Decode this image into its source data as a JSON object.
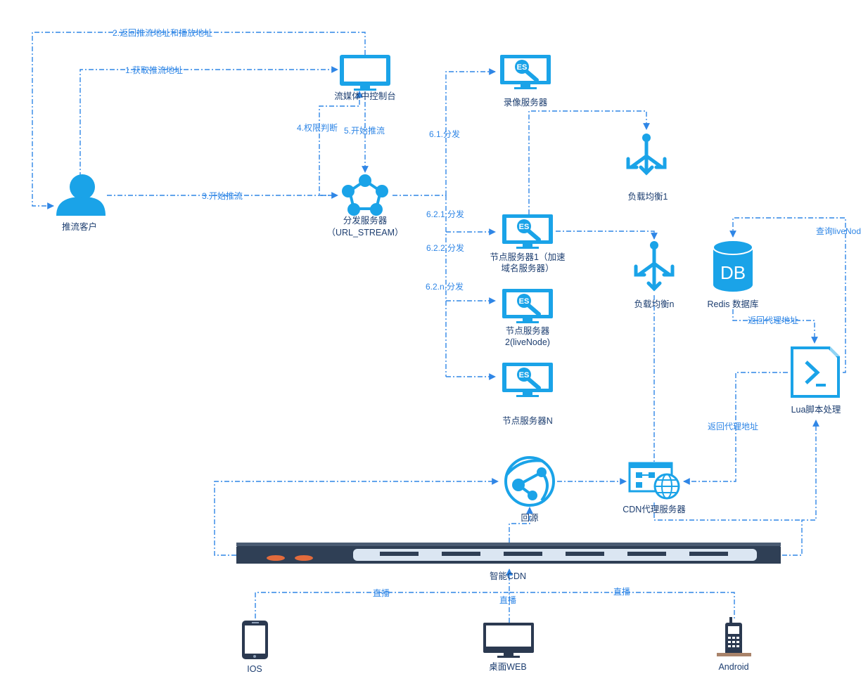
{
  "colors": {
    "icon": "#1aa3e8",
    "edge": "#2f86e6",
    "text": "#1d3e70",
    "cdn_bar": "#2f3f55"
  },
  "nodes": {
    "client": {
      "label": "推流客户",
      "icon": "user-icon"
    },
    "console": {
      "label": "流媒体中控制台",
      "icon": "monitor-icon"
    },
    "dispatch": {
      "label": "分发服务器",
      "sub": "（URL_STREAM）",
      "icon": "network-cluster-icon"
    },
    "record": {
      "label": "录像服务器",
      "icon": "es-monitor-icon"
    },
    "lb1": {
      "label": "负载均衡1",
      "icon": "load-balancer-icon"
    },
    "node1": {
      "label": "节点服务器1（加速",
      "sub": "域名服务器）",
      "icon": "es-monitor-icon"
    },
    "lbn": {
      "label": "负载均衡n",
      "icon": "load-balancer-icon"
    },
    "node2": {
      "label": "节点服务器",
      "sub": "2(liveNode)",
      "icon": "es-monitor-icon"
    },
    "nodeN": {
      "label": "节点服务器N",
      "icon": "es-monitor-icon"
    },
    "redis": {
      "label": "Redis 数据库",
      "db_text": "DB",
      "icon": "database-icon"
    },
    "lua": {
      "label": "Lua脚本处理",
      "icon": "script-icon"
    },
    "origin": {
      "label": "回源",
      "icon": "web-network-icon"
    },
    "cdnproxy": {
      "label": "CDN代理服务器",
      "icon": "cdn-proxy-icon"
    },
    "smartcdn": {
      "label": "智能CDN",
      "icon": "switch-device-icon"
    },
    "ios": {
      "label": "IOS",
      "icon": "phone-icon"
    },
    "web": {
      "label": "桌面WEB",
      "icon": "desktop-icon"
    },
    "android": {
      "label": "Android",
      "icon": "cellphone-icon"
    }
  },
  "edges": {
    "e1": "1.获取推流地址",
    "e2": "2.返回推流地址和播放地址",
    "e3": "3.开始推流",
    "e4": "4.权限判断",
    "e5": "5.开始推流",
    "e61": "6.1.分发",
    "e621": "6.2.1.分发",
    "e622": "6.2.2.分发",
    "e62n": "6.2.n.分发",
    "query": "查询liveNod",
    "ret1": "返回代理地址",
    "ret2": "返回代理地址",
    "live1": "直播",
    "live2": "直播",
    "live3": "直播"
  }
}
